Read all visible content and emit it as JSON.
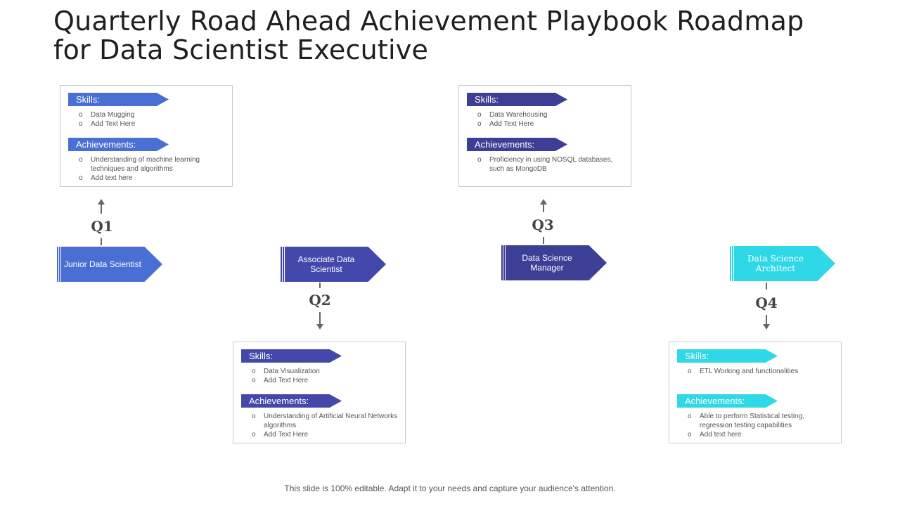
{
  "title": "Quarterly Road Ahead Achievement Playbook  Roadmap for Data Scientist Executive",
  "footer": "This slide is 100% editable. Adapt it to your needs and capture your audience's attention.",
  "colors": {
    "q1": "#4a6fd4",
    "q2": "#4448ab",
    "q3": "#3d3f96",
    "q4": "#2fd8e6"
  },
  "quarters": [
    {
      "label": "Q1",
      "role": "Junior Data Scientist",
      "skills_label": "Skills:",
      "skills": [
        "Data Mugging",
        "Add Text Here"
      ],
      "achievements_label": "Achievements:",
      "achievements": [
        "Understanding of machine learning techniques and algorithms",
        "Add text here"
      ]
    },
    {
      "label": "Q2",
      "role": "Associate Data Scientist",
      "skills_label": "Skills:",
      "skills": [
        "Data Visualization",
        "Add Text Here"
      ],
      "achievements_label": "Achievements:",
      "achievements": [
        "Understanding of Artificial Neural Networks algorithms",
        "Add Text Here"
      ]
    },
    {
      "label": "Q3",
      "role": "Data Science Manager",
      "skills_label": "Skills:",
      "skills": [
        "Data Warehousing",
        "Add Text Here"
      ],
      "achievements_label": "Achievements:",
      "achievements": [
        "Proficiency in using NOSQL databases, such as MongoDB"
      ]
    },
    {
      "label": "Q4",
      "role": "Data Science Architect",
      "skills_label": "Skills:",
      "skills": [
        "ETL  Working and functionalities"
      ],
      "achievements_label": "Achievements:",
      "achievements": [
        "Able to perform Statistical testing, regression testing capabilities",
        "Add text here"
      ]
    }
  ]
}
